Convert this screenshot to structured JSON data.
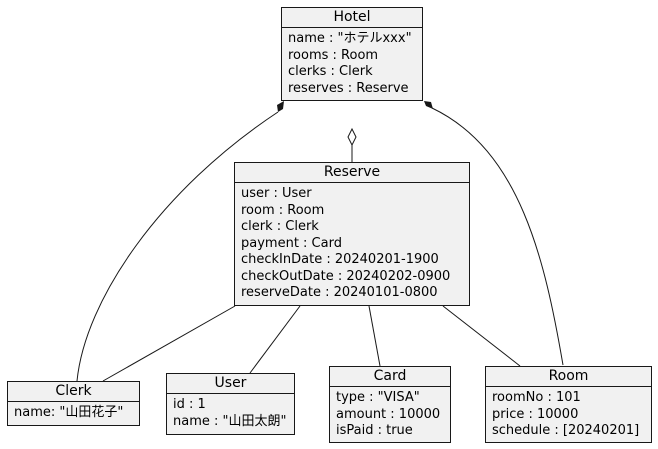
{
  "classes": {
    "hotel": {
      "name": "Hotel",
      "attributes": [
        "name : \"ホテルxxx\"",
        "rooms : Room",
        "clerks : Clerk",
        "reserves : Reserve"
      ]
    },
    "reserve": {
      "name": "Reserve",
      "attributes": [
        "user : User",
        "room : Room",
        "clerk : Clerk",
        "payment : Card",
        "checkInDate : 20240201-1900",
        "checkOutDate : 20240202-0900",
        "reserveDate : 20240101-0800"
      ]
    },
    "clerk": {
      "name": "Clerk",
      "attributes": [
        "name: \"山田花子\""
      ]
    },
    "user": {
      "name": "User",
      "attributes": [
        "id : 1",
        "name : \"山田太朗\""
      ]
    },
    "card": {
      "name": "Card",
      "attributes": [
        "type : \"VISA\"",
        "amount : 10000",
        "isPaid : true"
      ]
    },
    "room": {
      "name": "Room",
      "attributes": [
        "roomNo : 101",
        "price : 10000",
        "schedule : [20240201]"
      ]
    }
  },
  "relations": [
    {
      "from": "Hotel",
      "to": "Clerk",
      "kind": "composition"
    },
    {
      "from": "Hotel",
      "to": "Reserve",
      "kind": "aggregation"
    },
    {
      "from": "Hotel",
      "to": "Room",
      "kind": "composition"
    },
    {
      "from": "Reserve",
      "to": "Clerk",
      "kind": "association"
    },
    {
      "from": "Reserve",
      "to": "User",
      "kind": "association"
    },
    {
      "from": "Reserve",
      "to": "Card",
      "kind": "association"
    },
    {
      "from": "Reserve",
      "to": "Room",
      "kind": "association"
    }
  ],
  "colors": {
    "box_fill": "#f1f1f1",
    "line": "#181818"
  }
}
